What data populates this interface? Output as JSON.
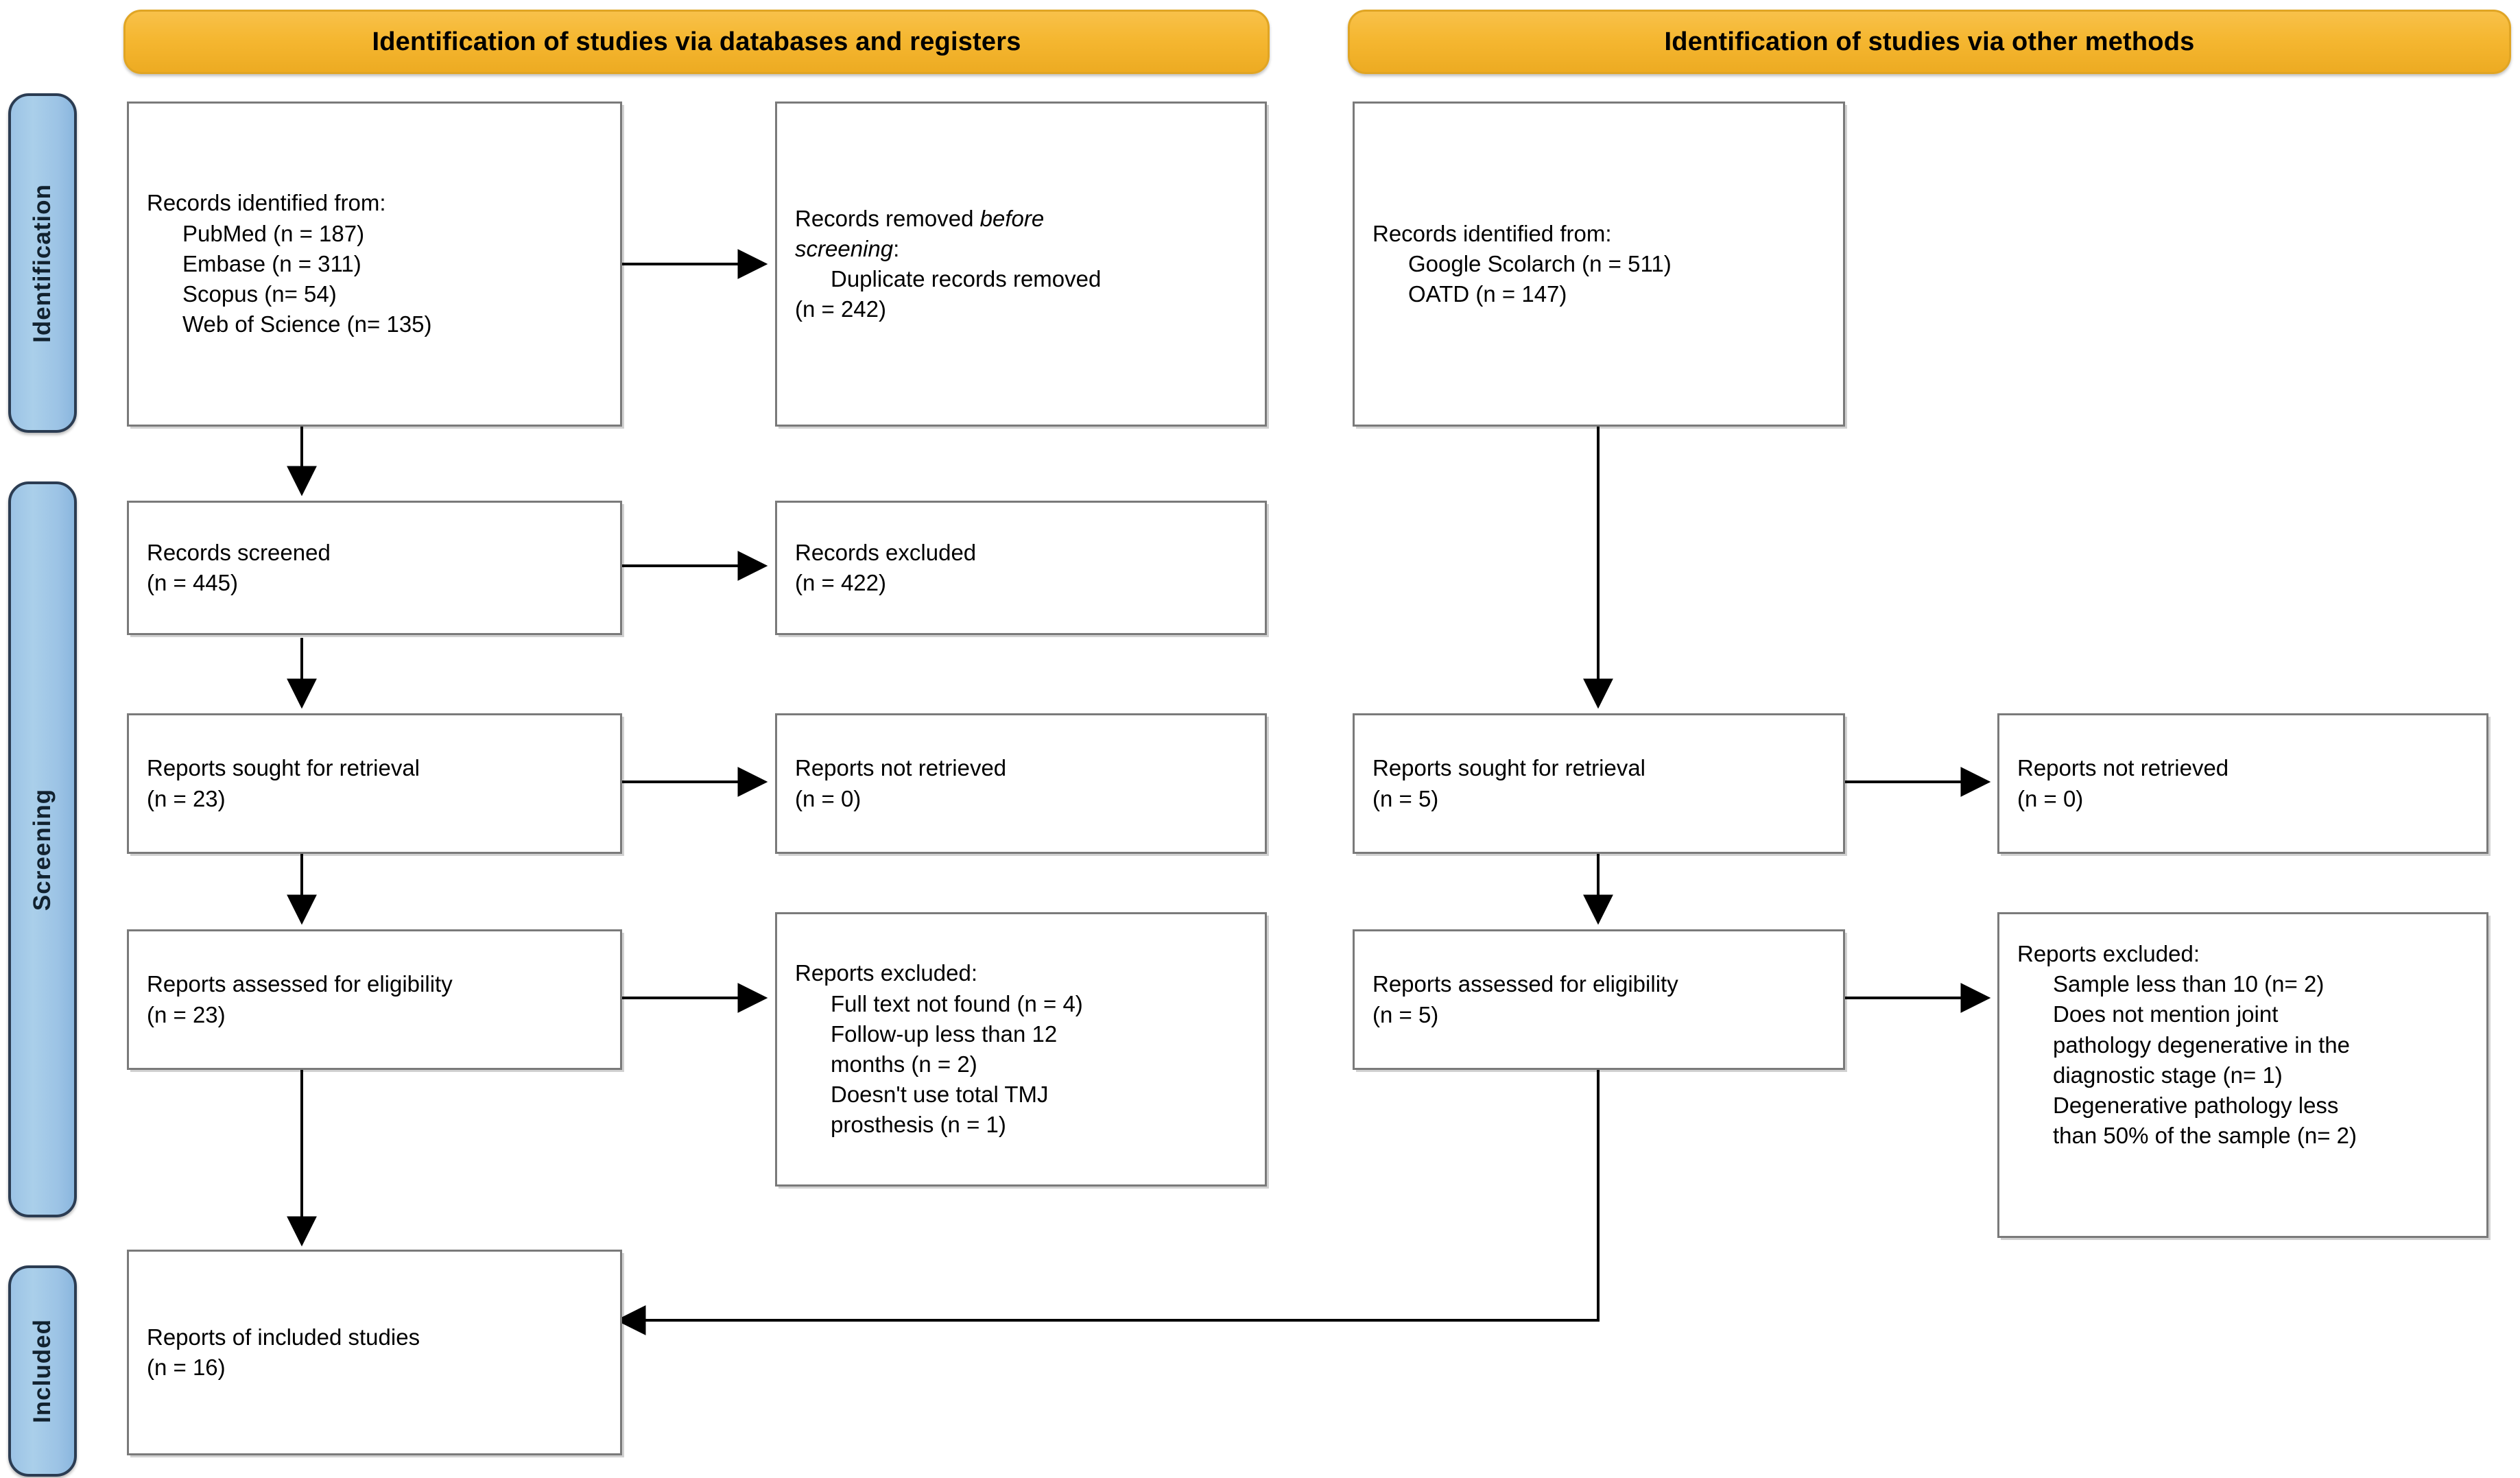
{
  "diagram": {
    "title": "PRISMA 2020 flow diagram",
    "accent_orange": "#f5b731",
    "accent_blue": "#9cc3e5",
    "box_border": "#7a7a7a"
  },
  "banners": {
    "databases": "Identification of studies via databases and registers",
    "other_methods": "Identification of studies via other methods"
  },
  "stages": {
    "identification": "Identification",
    "screening": "Screening",
    "included": "Included"
  },
  "left_column": {
    "records_identified": {
      "heading": "Records identified from:",
      "sources": [
        "PubMed (n = 187)",
        "Embase (n = 311)",
        "Scopus (n= 54)",
        "Web of Science (n= 135)"
      ]
    },
    "records_removed": {
      "line1": "Records removed ",
      "line1_em": "before",
      "line2_em": "screening",
      "line2": ":",
      "detail": "Duplicate records removed",
      "count": "(n = 242)"
    },
    "records_screened": {
      "label": "Records screened",
      "count": "(n = 445)"
    },
    "records_excluded": {
      "label": "Records excluded",
      "count": "(n = 422)"
    },
    "reports_sought": {
      "label": "Reports sought for retrieval",
      "count": "(n = 23)"
    },
    "reports_not_retrieved": {
      "label": "Reports not retrieved",
      "count": "(n = 0)"
    },
    "reports_assessed": {
      "label": "Reports assessed for eligibility",
      "count": "(n = 23)"
    },
    "reports_excluded": {
      "heading": "Reports excluded:",
      "reasons": [
        "Full text not found (n = 4)",
        "Follow-up less than 12",
        "months (n = 2)",
        "Doesn't use total TMJ",
        "prosthesis (n = 1)"
      ]
    }
  },
  "right_column": {
    "records_identified": {
      "heading": "Records identified from:",
      "sources": [
        "Google Scolarch (n = 511)",
        "OATD (n = 147)"
      ]
    },
    "reports_sought": {
      "label": "Reports sought for retrieval",
      "count": "(n = 5)"
    },
    "reports_not_retrieved": {
      "label": "Reports not retrieved",
      "count": "(n = 0)"
    },
    "reports_assessed": {
      "label": "Reports assessed for eligibility",
      "count": "(n = 5)"
    },
    "reports_excluded": {
      "heading": "Reports excluded:",
      "reasons": [
        "Sample less than 10 (n= 2)",
        "Does not mention joint",
        "pathology degenerative in the",
        "diagnostic stage (n= 1)",
        "Degenerative pathology less",
        "than 50% of the sample (n= 2)"
      ]
    }
  },
  "included": {
    "label": "Reports of included studies",
    "count": "(n = 16)"
  }
}
